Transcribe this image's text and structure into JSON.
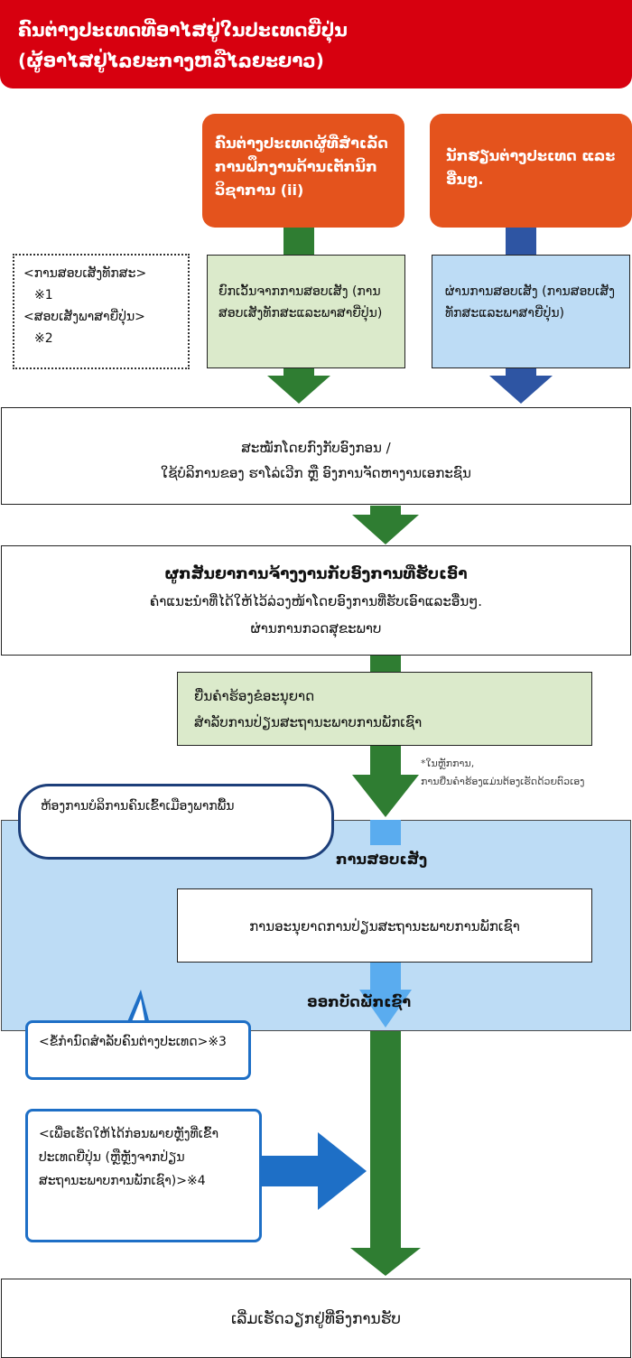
{
  "header": {
    "line1": "ຄົນຕ່າງປະເທດທີ່ອາໄສຢູ່ໃນປະເທດຍີ່ປຸ່ນ",
    "line2": "(ຜູ້ອາໄສຢູ່ໄລຍະກາງຫລືໄລຍະຍາວ)"
  },
  "orange_left": "ຄົນຕ່າງປະເທດຜູ້ທີ່ສຳເລັດການຝຶກງານດ້ານເຕັກນິກວິຊາການ (ii)",
  "orange_right": "ນັກຮຽນຕ່າງປະເທດ ແລະ ອື່ນໆ.",
  "dotted_note": {
    "line1": "<ການສອບເສັງທັກສະ>",
    "line2": "※1",
    "line3": "<ສອບເສັງພາສາຍີ່ປຸ່ນ>",
    "line4": "※2"
  },
  "green_exempt": "ຍົກເວັ້ນຈາກການສອບເສັງ (ການສອບເສັງທັກສະແລະພາສາຍີ່ປຸ່ນ)",
  "blue_pass": "ຜ່ານການສອບເສັງ (ການສອບເສັງທັກສະແລະພາສາຍີ່ປຸ່ນ)",
  "recruit": {
    "line1": "ສະໝັກໂດຍກົງກັບອົງກອນ /",
    "line2": "ໃຊ້ບໍລິການຂອງ ຮາໂລ່ເວີກ ຫຼື ອົງການຈັດຫາງານເອກະຊົນ"
  },
  "contract": {
    "line1": "ຜູກສັນຍາການຈ້າງງານກັບອົງການທີ່ຮັບເອົາ",
    "line2": "ຄຳແນະນຳທີ່ໄດ້ໃຫ້ໄວ້ລ່ວງໜ້າໂດຍອົງການທີ່ຮັບເອົາແລະອື່ນໆ.",
    "line3": "ຜ່ານການກວດສຸຂະພາບ"
  },
  "apply": {
    "line1": "ຍື່ນຄຳຮ້ອງຂໍອະນຸຍາດ",
    "line2": "ສຳລັບການປ່ຽນສະຖານະພາບການພັກເຊົາ"
  },
  "apply_note": {
    "line1": "*ໃນຫຼັກການ,",
    "line2": "ການຍື່ນຄຳຮ້ອງແມ່ນຕ້ອງເຮັດດ້ວຍຕົວເອງ"
  },
  "immigration_bureau": "ຫ້ອງການບໍລິການຄົນເຂົ້າເມືອງພາກພື້ນ",
  "exam_label": "ການສອບເສັງ",
  "permit_box": "ການອະນຸຍາດການປ່ຽນສະຖານະພາບການພັກເຊົາ",
  "card_label": "ອອກບັດພັກເຊົາ",
  "rules_note": "<ຂໍ້ກຳນົດສຳລັບຄົນຕ່າງປະເທດ>※3",
  "before_entry": "<ເພື່ອເຮັດໃຫ້ໄດ້ກ່ອນພາຍຫຼັງທີ່ເຂົ້າປະເທດຍີ່ປຸ່ນ (ຫຼືຫຼັງຈາກປ່ຽນສະຖານະພາບການພັກເຊົາ)>※4",
  "start_work": "ເລີ່ມເຮັດວຽກຢູ່ທີ່ອົງການຮັບ",
  "colors": {
    "red": "#d7000f",
    "orange": "#e4531d",
    "green_arrow": "#2f7d32",
    "blue_arrow": "#2e55a3",
    "light_blue_arrow": "#5aacef",
    "region_blue": "#bddcf5"
  }
}
